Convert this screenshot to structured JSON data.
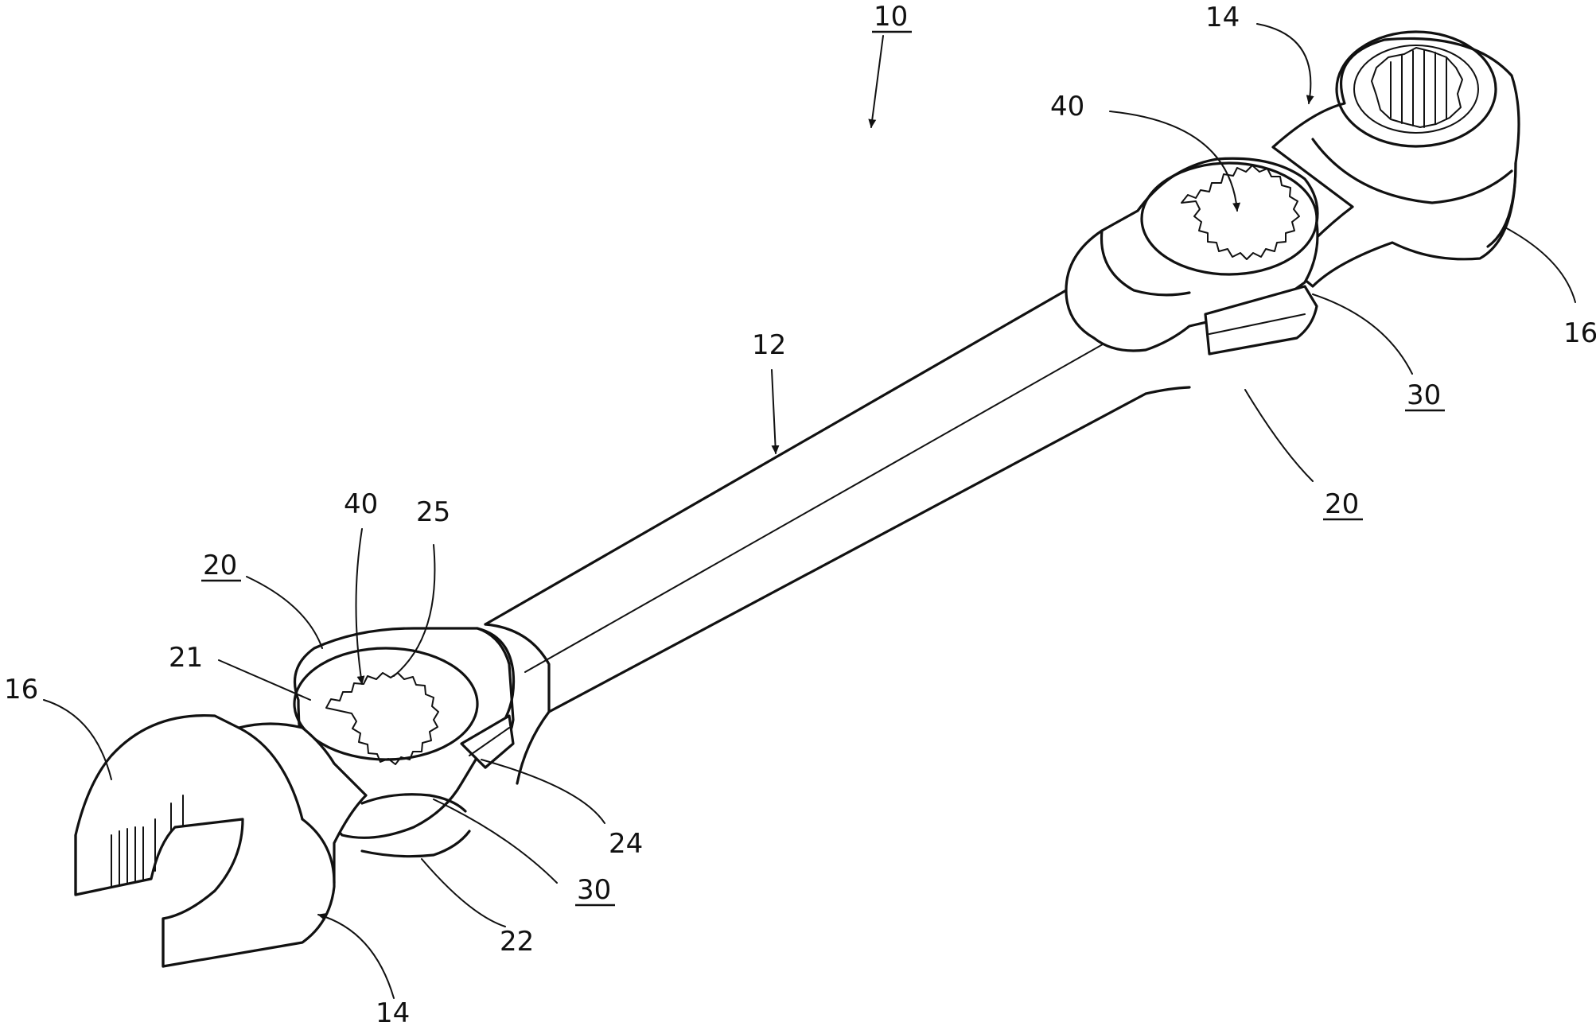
{
  "labels": {
    "l10": "10",
    "l12": "12",
    "l14_top": "14",
    "l14_bottom": "14",
    "l16_right": "16",
    "l16_left": "16",
    "l20_right": "20",
    "l20_left": "20",
    "l21": "21",
    "l22": "22",
    "l24": "24",
    "l25": "25",
    "l30_right": "30",
    "l30_left": "30",
    "l40_top": "40",
    "l40_left": "40"
  }
}
